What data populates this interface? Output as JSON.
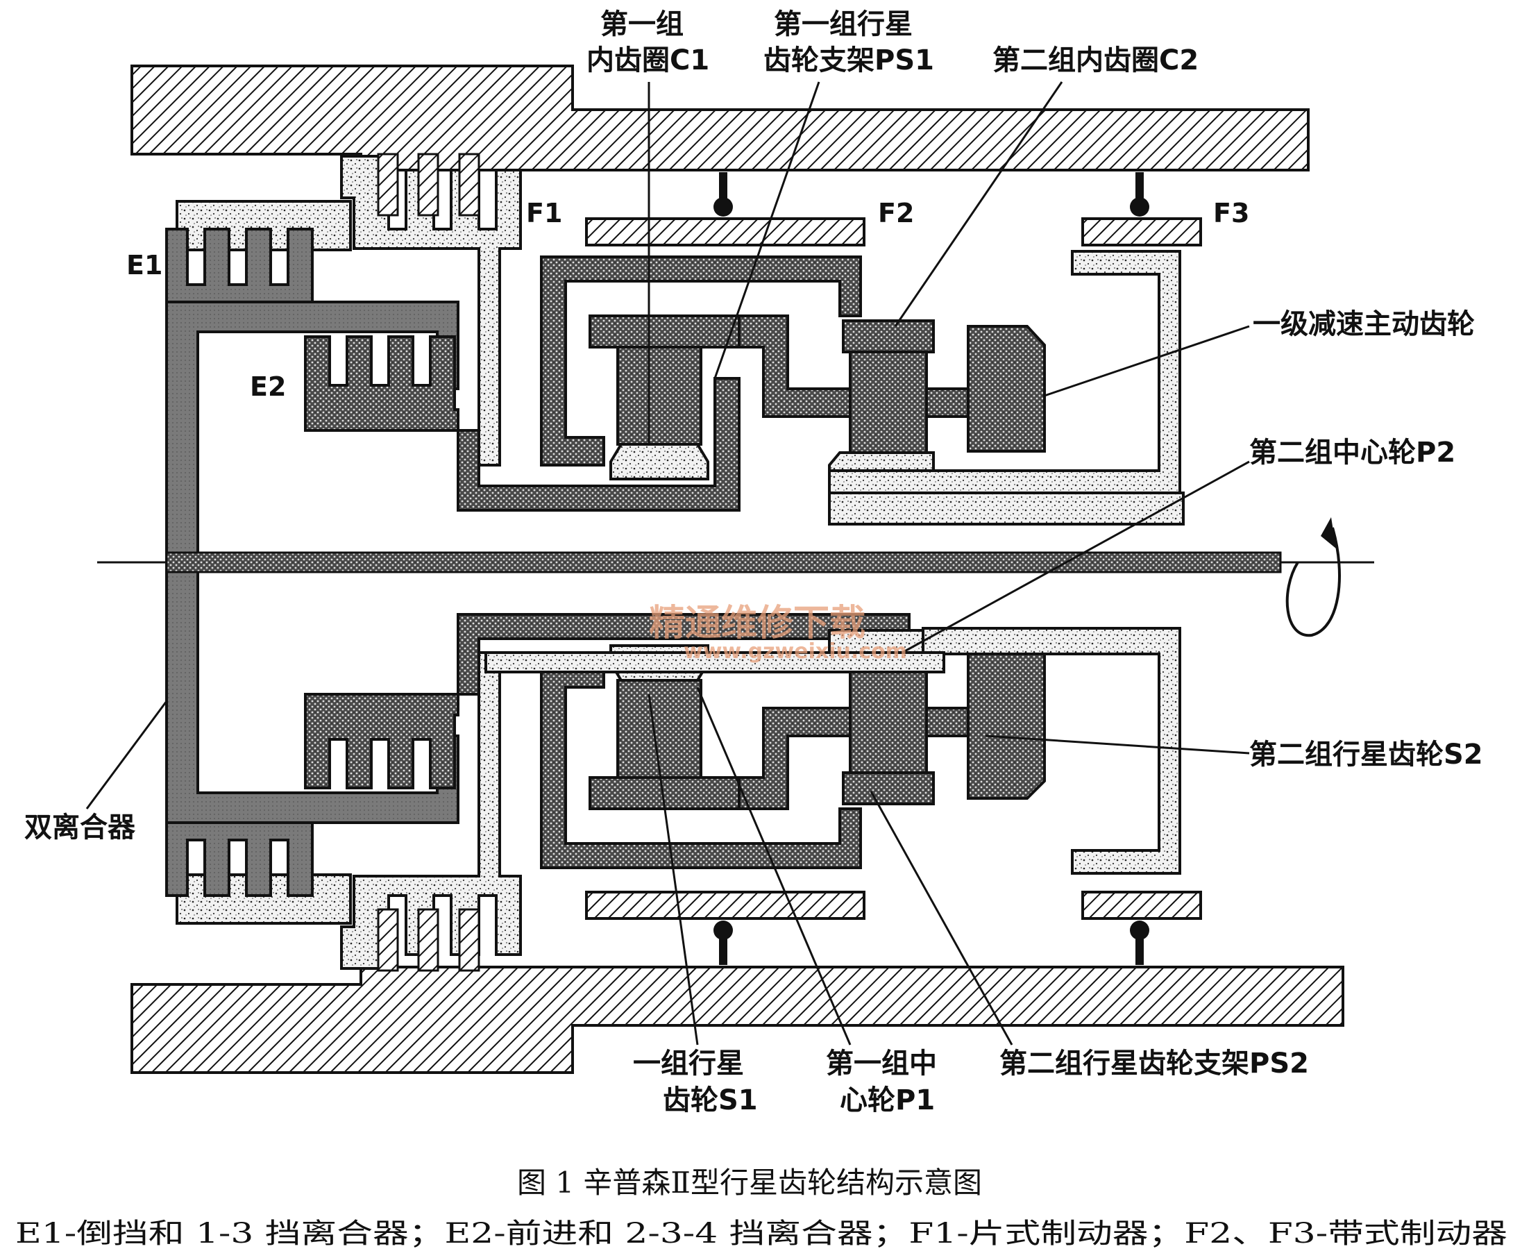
{
  "labels": {
    "c1_line1": "第一组",
    "c1_line2": "内齿圈C1",
    "ps1_line1": "第一组行星",
    "ps1_line2": "齿轮支架PS1",
    "c2": "第二组内齿圈C2",
    "f1": "F1",
    "f2": "F2",
    "f3": "F3",
    "e1": "E1",
    "e2": "E2",
    "reduction_gear": "一级减速主动齿轮",
    "p2": "第二组中心轮P2",
    "s2": "第二组行星齿轮S2",
    "dual_clutch": "双离合器",
    "s1_line1": "一组行星",
    "s1_line2": "齿轮S1",
    "p1_line1": "第一组中",
    "p1_line2": "心轮P1",
    "ps2": "第二组行星齿轮支架PS2"
  },
  "caption": {
    "title": "图 1   辛普森Ⅱ型行星齿轮结构示意图",
    "legend": "E1-倒挡和 1-3 挡离合器；E2-前进和 2-3-4 挡离合器；F1-片式制动器；F2、F3-带式制动器"
  },
  "watermark": {
    "text": "精通维修下载",
    "url": "www.gzweixiu.com"
  },
  "colors": {
    "ink": "#111111",
    "dark_part": "#4a4a4a",
    "dual_clutch_gray": "#7a7a7a",
    "speckle_bg": "#f2f2f2",
    "watermark": "#e8a07a"
  }
}
